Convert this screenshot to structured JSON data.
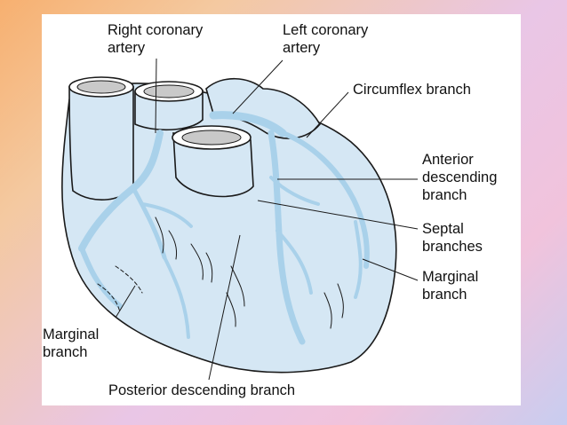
{
  "diagram": {
    "colors": {
      "heart_fill": "#d5e7f4",
      "vessel": "#a9d1ea",
      "outline": "#1a1a1a",
      "background_start": "#f7b070",
      "background_end": "#c8cdf0"
    },
    "labels": {
      "right_coronary_artery": "Right coronary\nartery",
      "left_coronary_artery": "Left coronary\nartery",
      "circumflex_branch": "Circumflex branch",
      "anterior_descending_branch": "Anterior\ndescending\nbranch",
      "septal_branches": "Septal\nbranches",
      "marginal_branch_right": "Marginal\nbranch",
      "marginal_branch_left": "Marginal\nbranch",
      "posterior_descending_branch": "Posterior descending branch"
    }
  }
}
